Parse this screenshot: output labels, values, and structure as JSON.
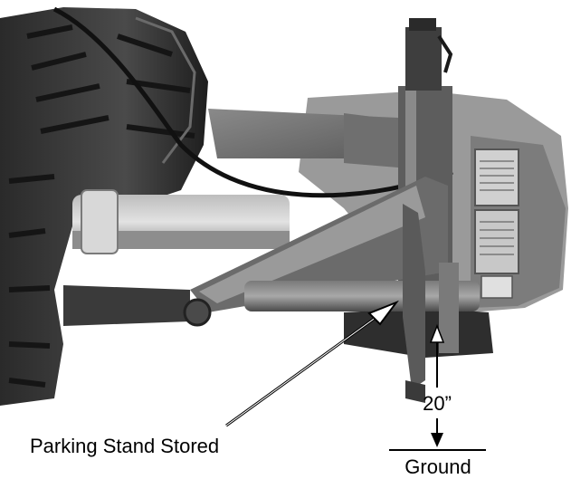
{
  "figure": {
    "callouts": {
      "parking_stand": "Parking Stand Stored",
      "height": "20”",
      "ground": "Ground"
    }
  }
}
